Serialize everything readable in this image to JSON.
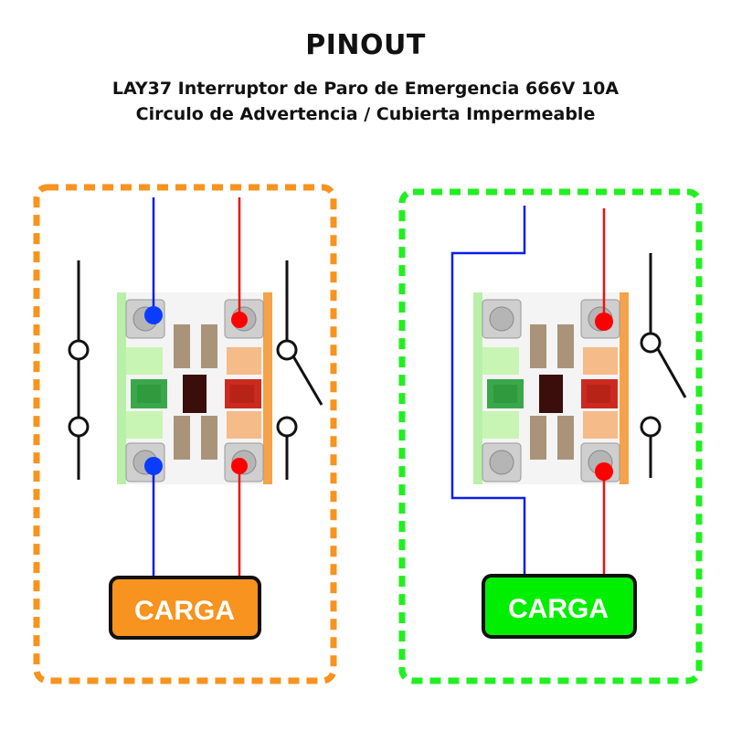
{
  "header": {
    "title": "PINOUT",
    "subtitle_line1": "LAY37 Interruptor de Paro de Emergencia 666V 10A",
    "subtitle_line2": "Circulo de Advertencia / Cubierta Impermeable"
  },
  "panels": [
    {
      "id": "left",
      "border_color": "#f7931e",
      "load_label": "CARGA",
      "load_color": "#f7931e",
      "wiring": "both contacts wired (NC + NO)",
      "wires": [
        "blue",
        "red"
      ]
    },
    {
      "id": "right",
      "border_color": "#22ee22",
      "load_label": "CARGA",
      "load_color": "#00ee00",
      "wiring": "NO contact wired, blue bypass",
      "wires": [
        "blue",
        "red"
      ]
    }
  ],
  "colors": {
    "wire_blue": "#0a1ee6",
    "wire_red": "#ee1111",
    "dot_blue": "#0a3cff",
    "dot_red": "#ff0000",
    "symbol_black": "#111111"
  }
}
